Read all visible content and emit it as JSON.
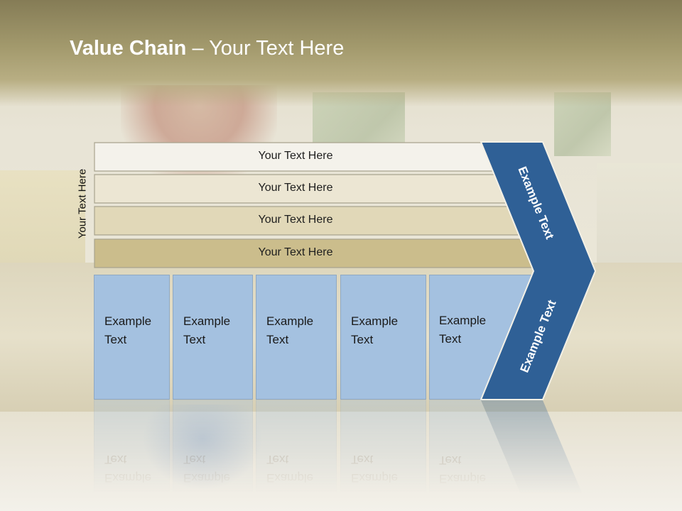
{
  "title": {
    "bold": "Value Chain",
    "rest": " – Your Text Here"
  },
  "side_label": "Your Text Here",
  "bars": [
    {
      "label": "Your Text Here",
      "color": "#f4f2eb"
    },
    {
      "label": "Your Text Here",
      "color": "#ece6d3"
    },
    {
      "label": "Your Text Here",
      "color": "#e1d8b8"
    },
    {
      "label": "Your Text Here",
      "color": "#cbbd8c"
    }
  ],
  "boxes": [
    {
      "line1": "Example",
      "line2": "Text"
    },
    {
      "line1": "Example",
      "line2": "Text"
    },
    {
      "line1": "Example",
      "line2": "Text"
    },
    {
      "line1": "Example",
      "line2": "Text"
    },
    {
      "line1": "Example",
      "line2": "Text"
    }
  ],
  "chevron": {
    "upper_text": "Example Text",
    "lower_text": "Example Text",
    "color": "#2f6096"
  },
  "colors": {
    "box_fill": "#a4c1e0",
    "header": "#9a9063"
  }
}
